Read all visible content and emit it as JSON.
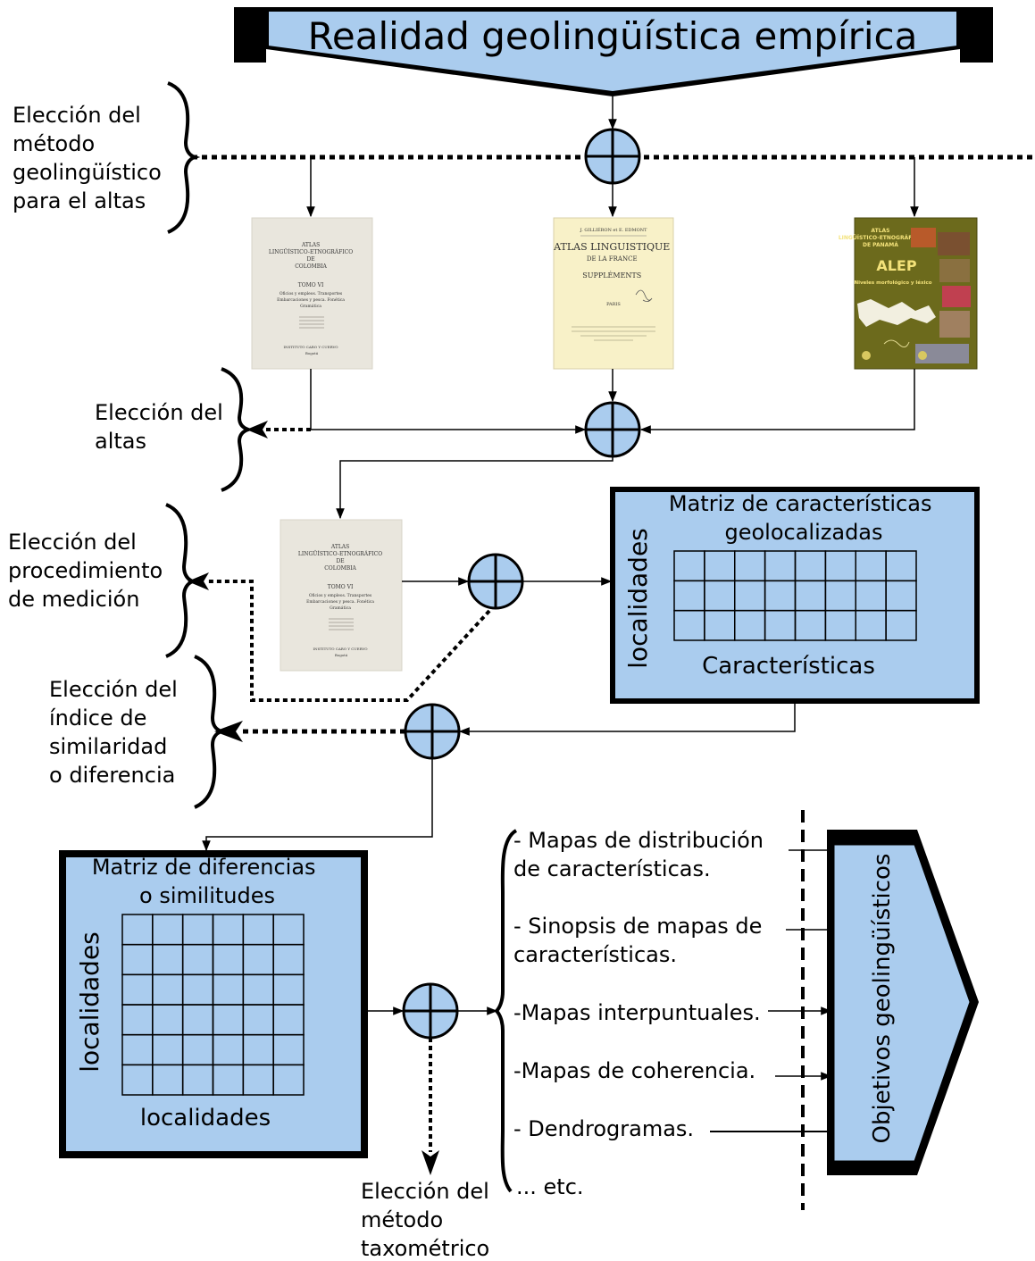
{
  "title": "Realidad geolingüística empírica",
  "left_labels": {
    "metodo": [
      "Elección del",
      "método",
      "geolingüístico",
      "para el altas"
    ],
    "altas": [
      "Elección del",
      "altas"
    ],
    "procedimiento": [
      "Elección del",
      "procedimiento",
      "de medición"
    ],
    "indice": [
      "Elección del",
      "índice de",
      "similaridad",
      "o diferencia"
    ],
    "taxometrico": [
      "Elección del",
      "método",
      "taxométrico"
    ]
  },
  "books": {
    "colombia": [
      "ATLAS",
      "LINGÜÍSTICO-ETNOGRÁFICO",
      "DE",
      "COLOMBIA",
      "TOMO VI",
      "Oficios y empleos. Transportes",
      "Embarcaciones y pesca. Fonética",
      "Gramática"
    ],
    "colombia_footer": [
      "INSTITUTO CARO Y CUERVO",
      "Bogotá"
    ],
    "france": [
      "ATLAS LINGUISTIQUE",
      "DE LA FRANCE",
      "SUPPLÉMENTS",
      "PARIS"
    ],
    "france_header": "J. GILLIÉRON et E. EDMONT",
    "panama": [
      "ATLAS",
      "LINGÜÍSTICO-ETNOGRÁFICO",
      "DE PANAMÁ",
      "ALEP",
      "Niveles morfológico y léxico"
    ]
  },
  "matrix_features": {
    "title_lines": [
      "Matriz de características",
      "geolocalizadas"
    ],
    "row_label": "localidades",
    "col_label": "Características",
    "rows": 3,
    "cols": 8
  },
  "matrix_diff": {
    "title_lines": [
      "Matriz de diferencias",
      "o similitudes"
    ],
    "row_label": "localidades",
    "col_label": "localidades",
    "rows": 6,
    "cols": 6
  },
  "outputs": [
    [
      "- Mapas de distribución",
      "de características."
    ],
    [
      "- Sinopsis de mapas de",
      "características."
    ],
    [
      "-Mapas interpuntuales."
    ],
    [
      "-Mapas de coherencia."
    ],
    [
      "- Dendrogramas."
    ],
    [
      "... etc."
    ]
  ],
  "goal_label": "Objetivos geolingüísticos",
  "colors": {
    "box_fill": "#aaccee",
    "stroke": "#000000",
    "colombia_cover": "#e9e6dd",
    "france_cover": "#f8f1c8",
    "panama_cover": "#6c6a1c"
  }
}
